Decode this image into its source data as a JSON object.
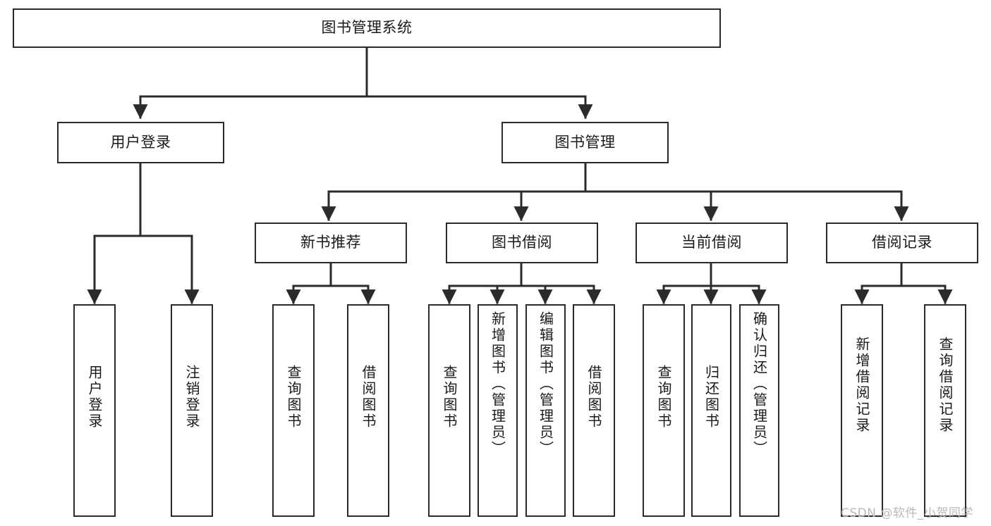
{
  "diagram": {
    "title": "图书管理系统",
    "type": "tree-hierarchy",
    "background_color": "#ffffff",
    "line_color": "#2b2b2b",
    "box_border_color": "#2b2b2b",
    "text_color": "#1a1a1a",
    "root": {
      "id": "root",
      "label": "图书管理系统"
    },
    "level2": [
      {
        "id": "user-login",
        "label": "用户登录"
      },
      {
        "id": "book-manage",
        "label": "图书管理"
      }
    ],
    "level3": [
      {
        "id": "new-book-rec",
        "label": "新书推荐"
      },
      {
        "id": "book-borrow",
        "label": "图书借阅"
      },
      {
        "id": "current-borrow",
        "label": "当前借阅"
      },
      {
        "id": "borrow-record",
        "label": "借阅记录"
      }
    ],
    "leaves": {
      "user_login": [
        {
          "id": "leaf-user-login",
          "label": "用户登录"
        },
        {
          "id": "leaf-logout",
          "label": "注销登录"
        }
      ],
      "new_book_rec": [
        {
          "id": "leaf-query-book-1",
          "label": "查询图书"
        },
        {
          "id": "leaf-borrow-book-1",
          "label": "借阅图书"
        }
      ],
      "book_borrow": [
        {
          "id": "leaf-query-book-2",
          "label": "查询图书"
        },
        {
          "id": "leaf-add-book",
          "label": "新增图书（管理员）"
        },
        {
          "id": "leaf-edit-book",
          "label": "编辑图书（管理员）"
        },
        {
          "id": "leaf-borrow-book-2",
          "label": "借阅图书"
        }
      ],
      "current_borrow": [
        {
          "id": "leaf-query-book-3",
          "label": "查询图书"
        },
        {
          "id": "leaf-return-book",
          "label": "归还图书"
        },
        {
          "id": "leaf-confirm-return",
          "label": "确认归还（管理员）"
        }
      ],
      "borrow_record": [
        {
          "id": "leaf-add-record",
          "label": "新增借阅记录"
        },
        {
          "id": "leaf-query-record",
          "label": "查询借阅记录"
        }
      ]
    }
  },
  "watermark": {
    "text": "CSDN @软件_小贺同学"
  }
}
